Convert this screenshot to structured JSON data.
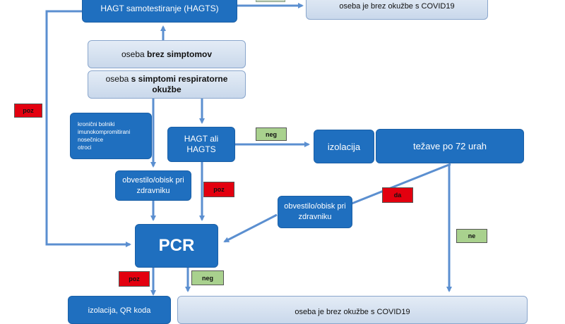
{
  "nodes": {
    "hagt_samotestiranje": "HAGT samotestiranje (HAGTS)",
    "brez_okuzbe_top": "oseba je brez okužbe s COVID19",
    "oseba_brez_prefix": "oseba ",
    "oseba_brez_bold": "brez simptomov",
    "oseba_s_prefix": "oseba ",
    "oseba_s_bold": "s simptomi respiratorne okužbe",
    "risk_groups": [
      "kronični bolniki",
      "imunokompromitirani",
      "nosečnice",
      "otroci"
    ],
    "hagt_ali_hagts": "HAGT ali HAGTS",
    "izolacija": "izolacija",
    "tezave": "težave po 72 urah",
    "obvestilo_left": "obvestilo/obisk pri zdravniku",
    "obvestilo_right": "obvestilo/obisk pri zdravniku",
    "pcr": "PCR",
    "izolacija_qr": "izolacija, QR koda",
    "brez_okuzbe_bottom": "oseba je brez okužbe s COVID19"
  },
  "labels": {
    "poz_left": "poz",
    "neg_top": "neg",
    "poz_mid": "poz",
    "da": "da",
    "ne": "ne",
    "poz_bottom": "poz",
    "neg_bottom": "neg"
  },
  "colors": {
    "dark_box": "#1f6fbf",
    "light_box": "#d6e2f0",
    "arrow": "#5b8fd0",
    "poz_tag": "#e3000f",
    "neg_tag": "#a9d18e"
  }
}
